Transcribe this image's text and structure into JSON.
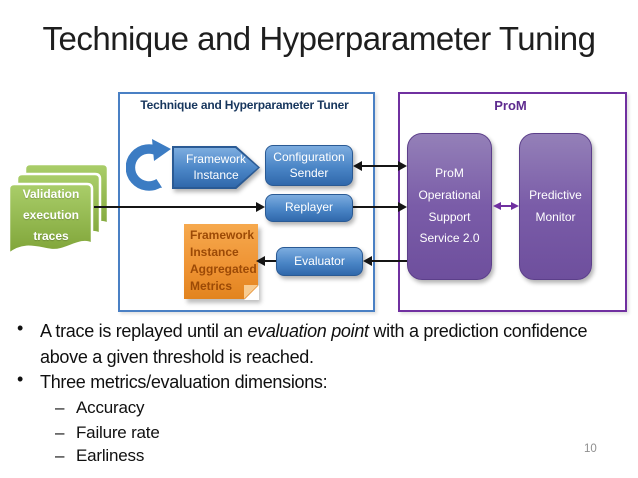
{
  "slide": {
    "title": "Technique and Hyperparameter Tuning",
    "page_number": "10"
  },
  "diagram": {
    "tuner_label": "Technique and Hyperparameter Tuner",
    "prom_label": "ProM",
    "boxes": {
      "framework_instance": "Framework Instance",
      "configuration_sender": "Configuration Sender",
      "replayer": "Replayer",
      "evaluator": "Evaluator",
      "aggregated_metrics": "Framework Instance Aggregated Metrics",
      "oss": "ProM Operational Support Service 2.0",
      "predictive_monitor": "Predictive Monitor",
      "validation_traces": "Validation execution traces"
    },
    "icons": {
      "cycle_arrow": "clockwise-curved-arrow"
    }
  },
  "bullets": {
    "glyph": "•",
    "dash": "–",
    "b1": {
      "pre": "A trace is replayed until an ",
      "italic": "evaluation point",
      "post": " with a prediction confidence above a given threshold is reached."
    },
    "b2": "Three metrics/evaluation dimensions:",
    "sub": [
      "Accuracy",
      "Failure rate",
      "Earliness"
    ]
  },
  "colors": {
    "blue_box_fill": "#4a85c6",
    "blue_box_border": "#2a5a94",
    "tuner_border": "#4a80c4",
    "tuner_header_text": "#17365d",
    "prom_border": "#7030a0",
    "prom_header_text": "#5e2b8f",
    "purple_box_fill": "#7a5ca8",
    "green_doc_fill": "#94b94b",
    "orange_note_fill": "#ee9232",
    "orange_note_text": "#9c4a06",
    "arrow_black": "#151515",
    "arrow_purple": "#7030a0",
    "title_text": "#1e1e1e",
    "page_number_text": "#8f8f8f"
  }
}
